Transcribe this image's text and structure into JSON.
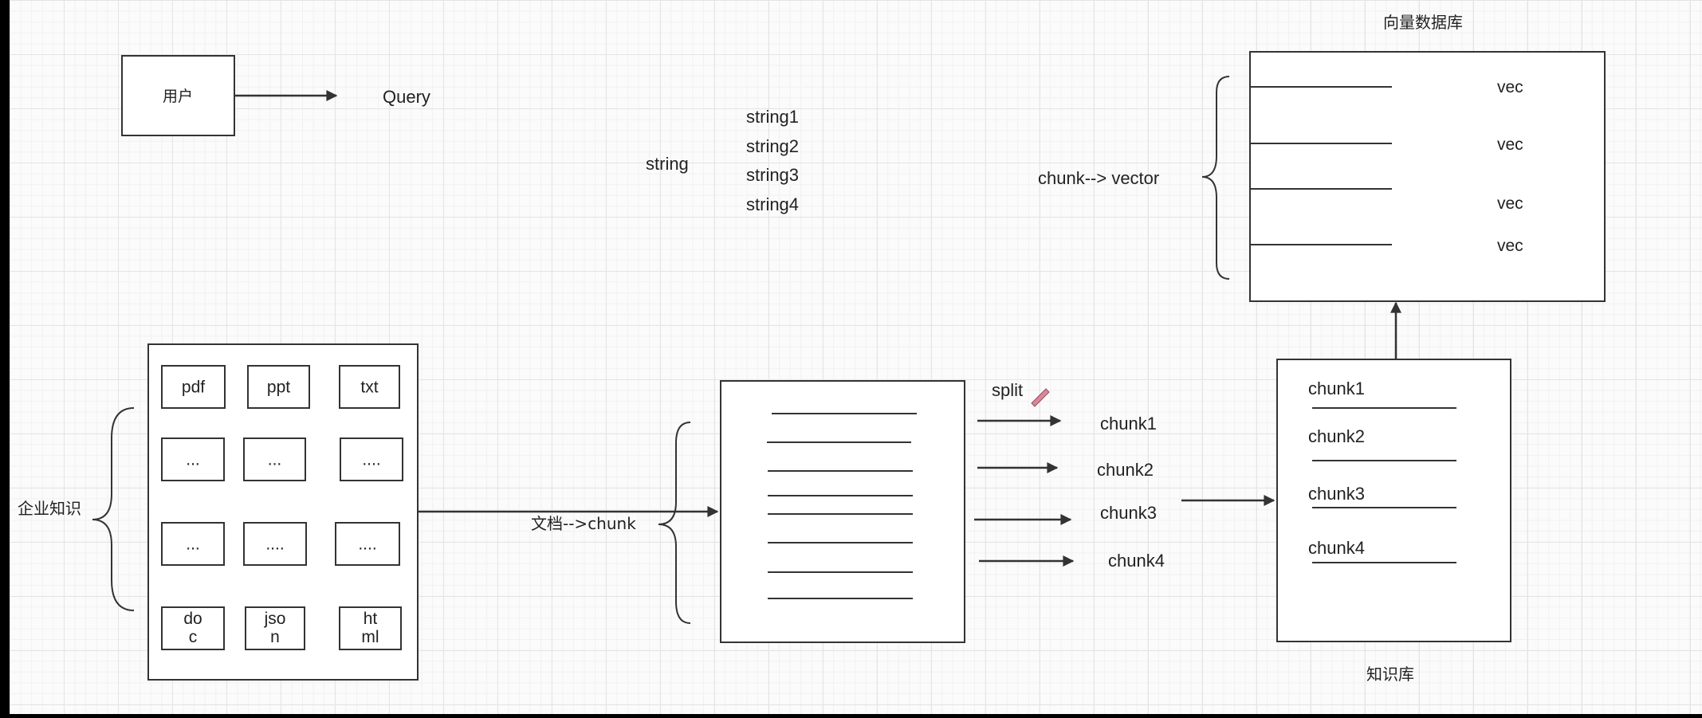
{
  "user": {
    "label": "用户",
    "query": "Query"
  },
  "strings": {
    "label": "string",
    "items": [
      "string1",
      "string2",
      "string3",
      "string4"
    ]
  },
  "enterprise": {
    "label": "企业知识",
    "files": [
      "pdf",
      "ppt",
      "txt",
      "...",
      "...",
      "....",
      "...",
      "....",
      "....",
      "do\nc",
      "jso\nn",
      "ht\nml"
    ]
  },
  "doc": {
    "arrow_label": "文档-->chunk",
    "split_label": "split"
  },
  "chunks": [
    "chunk1",
    "chunk2",
    "chunk3",
    "chunk4"
  ],
  "knowledge_base": {
    "title": "知识库",
    "chunks": [
      "chunk1",
      "chunk2",
      "chunk3",
      "chunk4"
    ]
  },
  "vector_db": {
    "title": "向量数据库",
    "brace_label": "chunk--> vector",
    "rows": [
      "vec",
      "vec",
      "vec",
      "vec"
    ]
  }
}
